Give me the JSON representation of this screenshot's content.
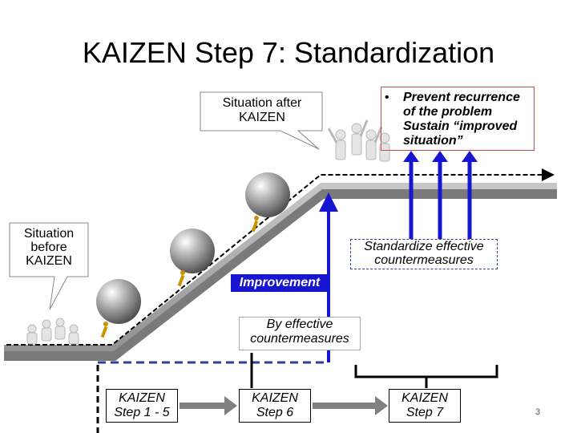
{
  "title": "KAIZEN Step 7: Standardization",
  "callouts": {
    "after": "Situation after KAIZEN",
    "before": "Situation before KAIZEN"
  },
  "prevent": {
    "bullet": "•",
    "text": "Prevent recurrence of the problem Sustain “improved situation”"
  },
  "labels": {
    "standardize": "Standardize effective countermeasures",
    "improvement": "Improvement",
    "by_effective": "By effective countermeasures"
  },
  "steps": [
    {
      "label": "KAIZEN Step 1 - 5"
    },
    {
      "label": "KAIZEN Step 6"
    },
    {
      "label": "KAIZEN Step 7"
    }
  ],
  "page_number": "3",
  "colors": {
    "arrow_blue": "#1616d0",
    "ramp_gray": "#9a9a9a",
    "callout_border": "#c0504d",
    "dashed_blue": "#2f3f99"
  }
}
